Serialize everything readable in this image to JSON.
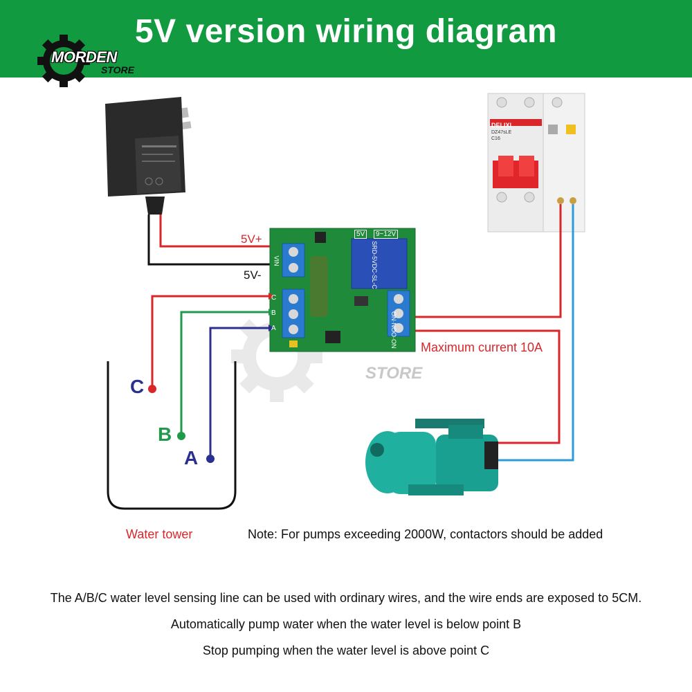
{
  "header": {
    "title": "5V version wiring diagram",
    "logo_text": "MORDEN",
    "logo_sub": "STORE",
    "background_color": "#119a3f"
  },
  "board": {
    "power_pos_label": "5V+",
    "power_neg_label": "5V-",
    "vin_label": "VIN",
    "voltage_5v": "5V",
    "voltage_range": "9~12V",
    "sense_terminal_labels": [
      "C",
      "B",
      "A"
    ],
    "relay_terminal_label": "ON·NOO·ON",
    "relay_text": "SRD-5VDC-SL-C"
  },
  "labels": {
    "max_current": "Maximum current 10A",
    "water_tower": "Water tower",
    "point_c": "C",
    "point_b": "B",
    "point_a": "A",
    "watermark": "STORE",
    "note": "Note: For pumps exceeding 2000W, contactors should be added"
  },
  "breaker": {
    "brand": "DELIXI",
    "model": "DZ47sLE",
    "rating": "C16"
  },
  "instructions": [
    "The A/B/C water level sensing line can be used with ordinary wires, and the wire ends are exposed to 5CM.",
    "Automatically pump water when the water level is below point B",
    "Stop pumping when the water level is above point C"
  ],
  "colors": {
    "wire_red": "#d8262b",
    "wire_green": "#1f9a4a",
    "wire_blue": "#2b2f8f",
    "wire_light_blue": "#2e9ad8",
    "pcb_green": "#1f8a3a",
    "pump_teal": "#1fb0a0"
  },
  "icons": [
    "power-adapter-icon",
    "circuit-breaker-icon",
    "relay-board-icon",
    "water-pump-icon",
    "gear-logo-icon"
  ]
}
